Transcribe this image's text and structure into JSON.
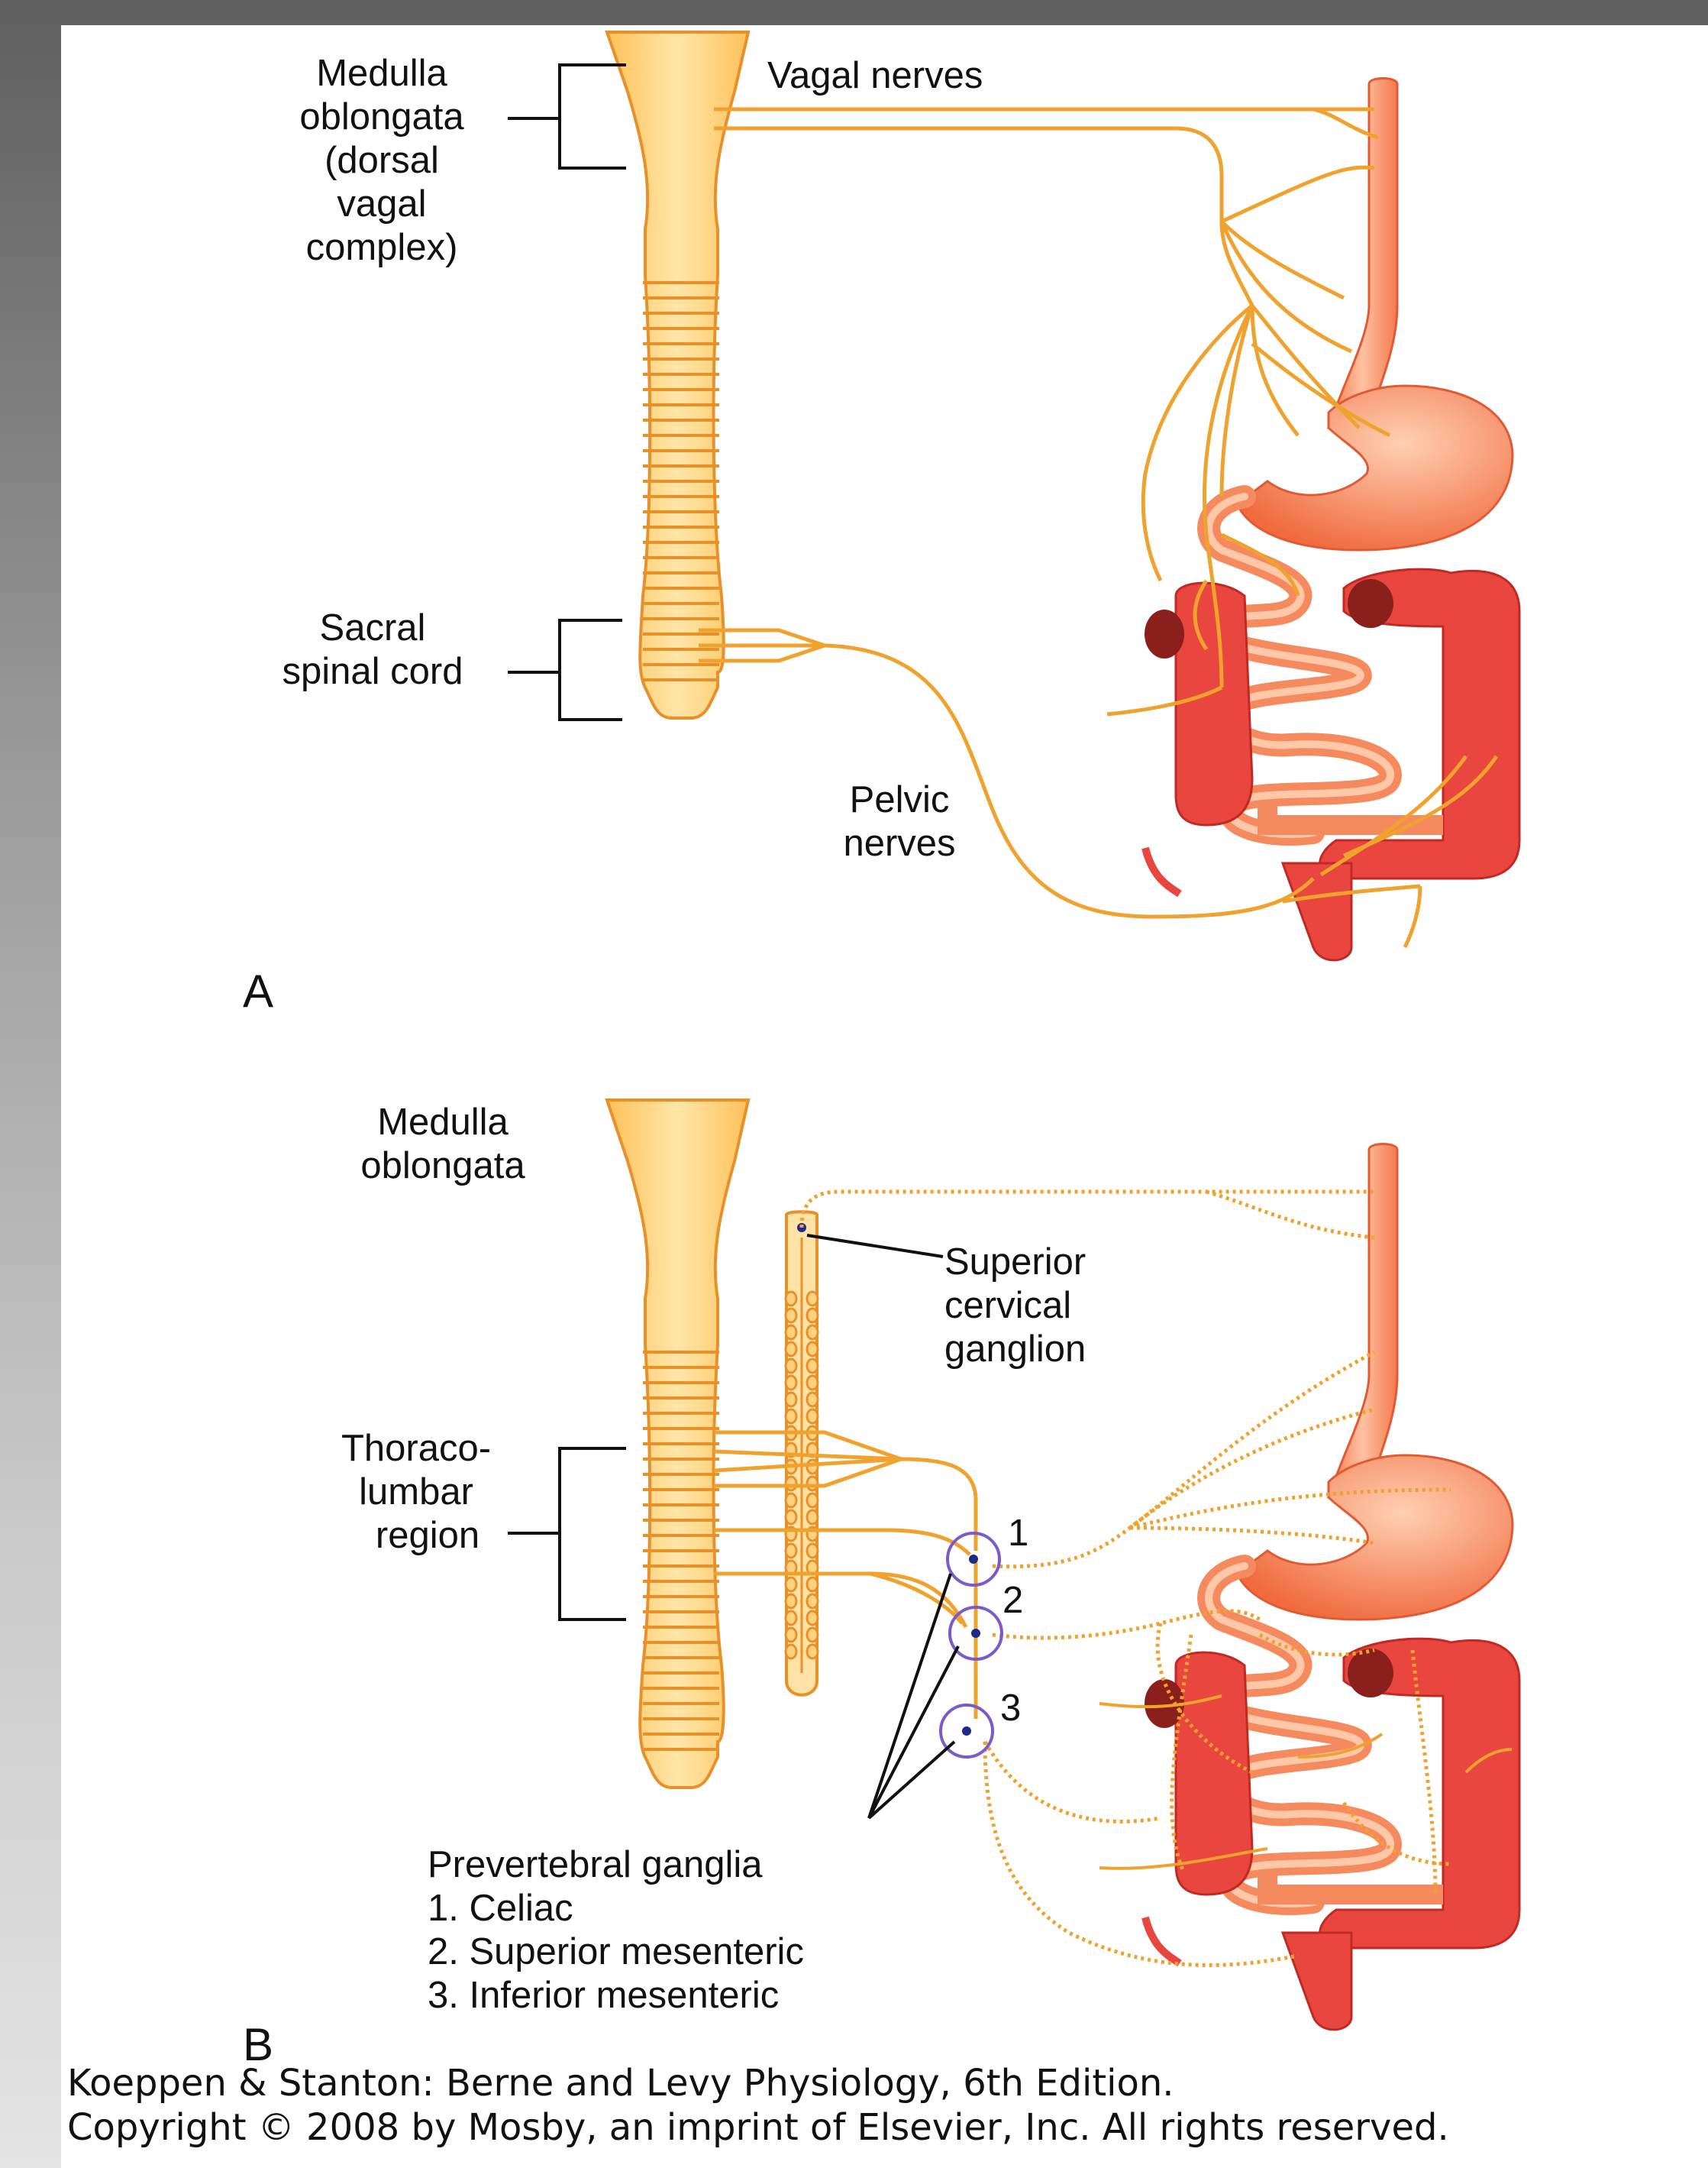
{
  "panel_a": {
    "letter": "A",
    "medulla_label": [
      "Medulla",
      "oblongata",
      "(dorsal",
      "vagal",
      "complex)"
    ],
    "vagal_label": "Vagal nerves",
    "sacral_label": [
      "Sacral",
      "spinal cord"
    ],
    "pelvic_label": [
      "Pelvic",
      "nerves"
    ]
  },
  "panel_b": {
    "letter": "B",
    "medulla_label": [
      "Medulla",
      "oblongata"
    ],
    "scg_label": [
      "Superior",
      "cervical",
      "ganglion"
    ],
    "thoraco_label": [
      "Thoraco-",
      "lumbar",
      "region"
    ],
    "ganglia_numbers": [
      "1",
      "2",
      "3"
    ],
    "prevertebral_label": [
      "Prevertebral ganglia",
      "1. Celiac",
      "2. Superior mesenteric",
      "3. Inferior mesenteric"
    ]
  },
  "credit": {
    "line1": "Koeppen & Stanton: Berne and Levy Physiology, 6th Edition.",
    "line2": "Copyright © 2008 by Mosby, an imprint of Elsevier, Inc. All rights reserved."
  },
  "colors": {
    "nerve": "#F0A22E",
    "cord_fill": "#FFD27F",
    "cord_stroke": "#E8902A",
    "gut": "#F58A5E",
    "colon": "#E8463E",
    "ganglion_ring": "#7A5BC8",
    "ganglion_dot": "#1E2A8A"
  }
}
